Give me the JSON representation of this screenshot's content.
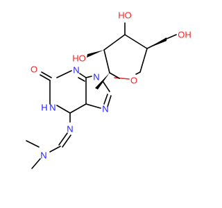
{
  "atom_labels": {
    "oh_top": "HO",
    "oh_c2": "HO",
    "oh_c5": "OH",
    "ring_o": "O",
    "n9": "N",
    "n3": "N",
    "n7": "N",
    "o2": "O",
    "n1h": "H",
    "n1": "N",
    "n6": "N",
    "n_dimethyl": "N"
  },
  "colors": {
    "carbon": "#000000",
    "nitrogen": "#1f1fff",
    "oxygen": "#ff1f1f"
  }
}
